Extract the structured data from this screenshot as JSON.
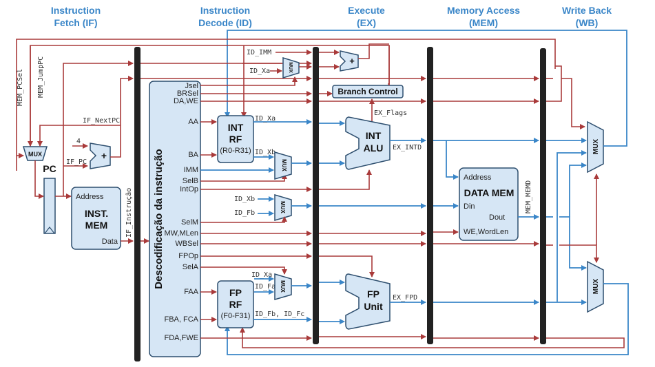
{
  "stages": [
    "Instruction Fetch (IF)",
    "Instruction Decode (ID)",
    "Execute (EX)",
    "Memory Access (MEM)",
    "Write Back (WB)"
  ],
  "stage_lines": [
    [
      "Instruction",
      "Fetch (IF)"
    ],
    [
      "Instruction",
      "Decode (ID)"
    ],
    [
      "Execute",
      "(EX)"
    ],
    [
      "Memory Access",
      "(MEM)"
    ],
    [
      "Write Back",
      "(WB)"
    ]
  ],
  "colors": {
    "control": "#a93a3a",
    "data": "#3a86c8",
    "block_fill": "#d6e6f5",
    "stage_title": "#3a86c8",
    "pipeline_register": "#222222"
  },
  "fetch": {
    "pc_label": "PC",
    "mux_label": "MUX",
    "adder_label": "+",
    "const_four": "4",
    "signals": {
      "mem_pcsel": "MEM_PCSel",
      "mem_jumppc": "MEM_JumpPC",
      "if_nextpc": "IF_NextPC",
      "if_pc": "IF_PC",
      "if_instrucao": "IF_Instrução"
    },
    "inst_mem": {
      "title1": "INST.",
      "title2": "MEM",
      "address": "Address",
      "data": "Data"
    }
  },
  "decode": {
    "decoder_title": "Descodificação da instrução",
    "decoder_outputs": [
      "Jsel",
      "BRSel",
      "DA,WE",
      "AA",
      "BA",
      "IMM",
      "SelB",
      "IntOp",
      "SelM",
      "MW,MLen",
      "WBSel",
      "FPOp",
      "SelA",
      "FAA",
      "FBA, FCA",
      "FDA,FWE"
    ],
    "int_rf": {
      "title1": "INT",
      "title2": "RF",
      "range": "(R0-R31)"
    },
    "fp_rf": {
      "title1": "FP",
      "title2": "RF",
      "range": "(F0-F31)"
    },
    "signals": {
      "id_imm": "ID_IMM",
      "id_xa": "ID_Xa",
      "id_xb": "ID_Xb",
      "id_fb": "ID_Fb",
      "id_fa": "ID_Fa",
      "id_fb_fc": "ID_Fb, ID_Fc"
    },
    "mux_label": "MUX"
  },
  "execute": {
    "branch_control": "Branch Control",
    "int_alu": {
      "title1": "INT",
      "title2": "ALU"
    },
    "fp_unit": {
      "title1": "FP",
      "title2": "Unit"
    },
    "signals": {
      "ex_flags": "EX_Flags",
      "ex_intd": "EX_INTD",
      "ex_fpd": "EX_FPD"
    },
    "adder_label": "+"
  },
  "memory": {
    "data_mem": {
      "title": "DATA MEM",
      "address": "Address",
      "din": "Din",
      "dout": "Dout",
      "we": "WE,WordLen"
    },
    "signals": {
      "mem_memd": "MEM_MEMD"
    }
  },
  "writeback": {
    "mux_label": "MUX"
  }
}
